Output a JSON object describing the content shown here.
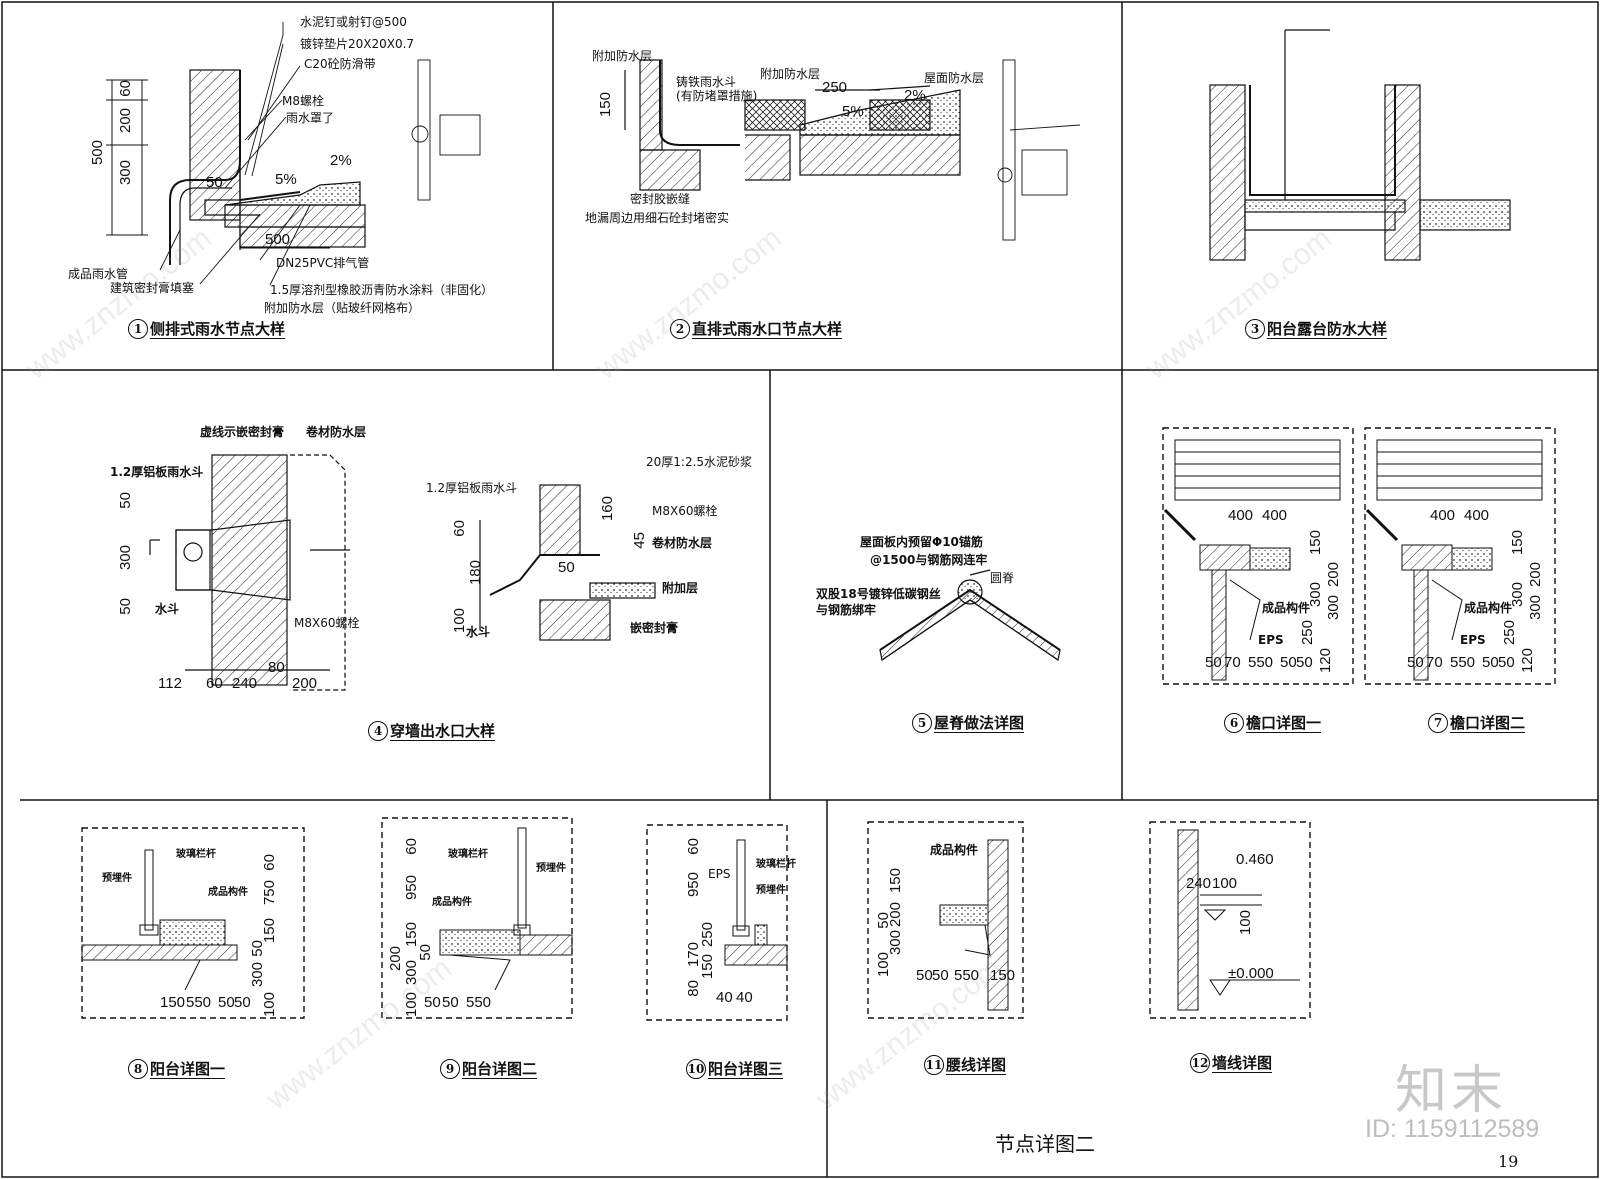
{
  "sheet": {
    "title": "节点详图二",
    "page_number": "19"
  },
  "watermark": {
    "logo": "知末",
    "id_text": "ID: 1159112589",
    "site": "www.znzmo.com"
  },
  "details": [
    {
      "num": "1",
      "title": "侧排式雨水节点大样"
    },
    {
      "num": "2",
      "title": "直排式雨水口节点大样"
    },
    {
      "num": "3",
      "title": "阳台露台防水大样"
    },
    {
      "num": "4",
      "title": "穿墙出水口大样"
    },
    {
      "num": "5",
      "title": "屋脊做法详图"
    },
    {
      "num": "6",
      "title": "檐口详图一"
    },
    {
      "num": "7",
      "title": "檐口详图二"
    },
    {
      "num": "8",
      "title": "阳台详图一"
    },
    {
      "num": "9",
      "title": "阳台详图二"
    },
    {
      "num": "10",
      "title": "阳台详图三"
    },
    {
      "num": "11",
      "title": "腰线详图"
    },
    {
      "num": "12",
      "title": "墙线详图"
    }
  ],
  "d1": {
    "labels": [
      "水泥钉或射钉@500",
      "镀锌垫片20X20X0.7",
      "C20砼防滑带",
      "M8螺栓",
      "雨水罩了",
      "成品雨水管",
      "建筑密封膏填塞",
      "DN25PVC排气管",
      "1.5厚溶剂型橡胶沥青防水涂料（非固化）",
      "附加防水层（贴玻纤网格布）"
    ],
    "dims": [
      "60",
      "200",
      "300",
      "500",
      "50",
      "500",
      "5%",
      "2%"
    ]
  },
  "d2": {
    "labels": [
      "附加防水层",
      "铸铁雨水斗",
      "(有防堵罩措施)",
      "附加防水层",
      "屋面防水层",
      "密封胶嵌缝",
      "地漏周边用细石砼封堵密实"
    ],
    "dims": [
      "150",
      "250",
      "5%",
      "2%"
    ]
  },
  "d4": {
    "labels": [
      "虚线示嵌密封膏",
      "卷材防水层",
      "1.2厚铝板雨水斗",
      "水斗",
      "M8X60螺栓",
      "20厚1:2.5水泥砂浆",
      "1.2厚铝板雨水斗",
      "M8X60螺栓",
      "卷材防水层",
      "附加层",
      "水斗",
      "嵌密封膏"
    ],
    "dims": [
      "50",
      "300",
      "50",
      "112",
      "60",
      "240",
      "80",
      "200",
      "60",
      "180",
      "100",
      "160",
      "45",
      "50"
    ]
  },
  "d5": {
    "labels": [
      "屋面板内预留Φ10锚筋",
      "@1500与钢筋网连牢",
      "双股18号镀锌低碳钢丝",
      "与钢筋绑牢",
      "圆脊"
    ]
  },
  "d6": {
    "dims": [
      "400",
      "400",
      "150",
      "300",
      "200",
      "250",
      "300",
      "120",
      "50",
      "70",
      "550",
      "50",
      "50"
    ],
    "labels": [
      "成品构件",
      "EPS"
    ]
  },
  "d8": {
    "labels": [
      "玻璃栏杆",
      "预埋件",
      "成品构件"
    ],
    "dims": [
      "60",
      "750",
      "150",
      "50",
      "300",
      "100",
      "150",
      "550",
      "50",
      "50"
    ]
  },
  "d9": {
    "labels": [
      "玻璃栏杆",
      "预埋件",
      "成品构件"
    ],
    "dims": [
      "60",
      "950",
      "150",
      "200",
      "300",
      "50",
      "100",
      "50",
      "50",
      "550"
    ]
  },
  "d10": {
    "labels": [
      "EPS",
      "玻璃栏杆",
      "预埋件"
    ],
    "dims": [
      "60",
      "950",
      "250",
      "170",
      "150",
      "80",
      "40",
      "40"
    ]
  },
  "d11": {
    "labels": [
      "成品构件"
    ],
    "dims": [
      "150",
      "50",
      "200",
      "300",
      "100",
      "50",
      "50",
      "550",
      "150"
    ]
  },
  "d12": {
    "dims": [
      "0.460",
      "240",
      "100",
      "100",
      "±0.000"
    ]
  }
}
